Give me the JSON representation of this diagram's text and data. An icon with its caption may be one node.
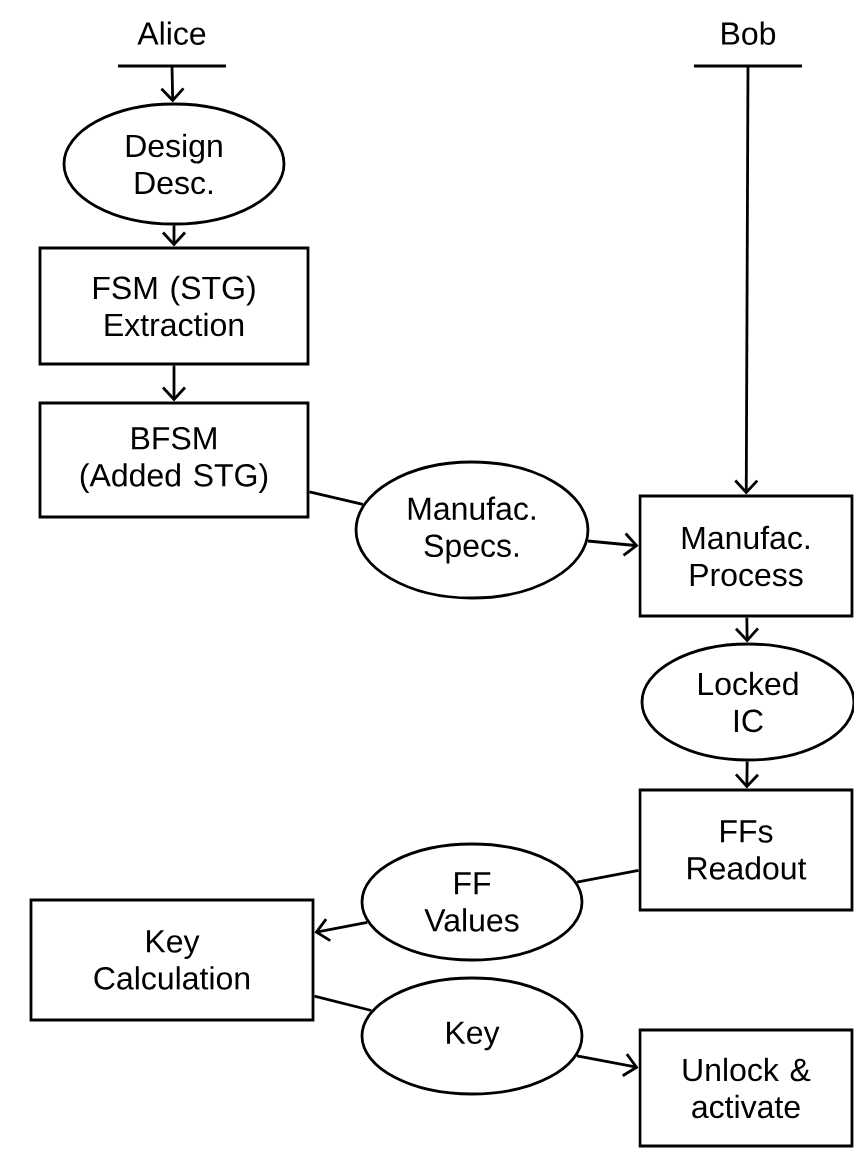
{
  "diagram": {
    "nodes": [
      {
        "text": [
          "Alice"
        ]
      },
      {
        "text": [
          "Bob"
        ]
      },
      {
        "text": [
          "Design Desc."
        ]
      },
      {
        "text": [
          "FSM (STG) Extraction"
        ]
      },
      {
        "text": [
          "BFSM (Added STG)"
        ]
      },
      {
        "text": [
          "Manufac. Specs."
        ]
      },
      {
        "text": [
          "Manufac. Process"
        ]
      },
      {
        "text": [
          "Locked IC"
        ]
      },
      {
        "text": [
          "FFs Readout"
        ]
      },
      {
        "text": [
          "FF Values"
        ]
      },
      {
        "text": [
          "Key Calculation"
        ]
      },
      {
        "text": [
          "Key"
        ]
      },
      {
        "text": [
          "Unlock & activate"
        ]
      }
    ],
    "edges": [
      {
        "from": 0,
        "to": 2,
        "arrow": "to"
      },
      {
        "from": 2,
        "to": 3,
        "arrow": "to"
      },
      {
        "from": 3,
        "to": 4,
        "arrow": "to"
      },
      {
        "from": 4,
        "to": 5,
        "arrow": "none"
      },
      {
        "from": 5,
        "to": 6,
        "arrow": "to"
      },
      {
        "from": 1,
        "to": 6,
        "arrow": "to"
      },
      {
        "from": 6,
        "to": 7,
        "arrow": "to"
      },
      {
        "from": 7,
        "to": 8,
        "arrow": "to"
      },
      {
        "from": 8,
        "to": 9,
        "arrow": "none"
      },
      {
        "from": 9,
        "to": 10,
        "arrow": "to"
      },
      {
        "from": 10,
        "to": 11,
        "arrow": "none"
      },
      {
        "from": 11,
        "to": 12,
        "arrow": "to"
      }
    ]
  }
}
